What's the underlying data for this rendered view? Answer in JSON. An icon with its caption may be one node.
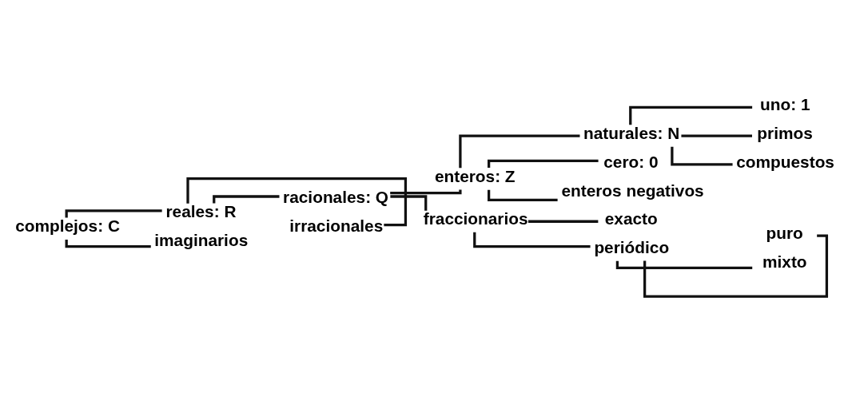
{
  "diagram": {
    "nodes": [
      {
        "text": [
          "complejos: C"
        ]
      },
      {
        "text": [
          "reales: R"
        ]
      },
      {
        "text": [
          "imaginarios"
        ]
      },
      {
        "text": [
          "racionales: Q"
        ]
      },
      {
        "text": [
          "irracionales"
        ]
      },
      {
        "text": [
          "enteros: Z"
        ]
      },
      {
        "text": [
          "fraccionarios"
        ]
      },
      {
        "text": [
          "naturales: N"
        ]
      },
      {
        "text": [
          "uno: 1"
        ]
      },
      {
        "text": [
          "primos"
        ]
      },
      {
        "text": [
          "compuestos"
        ]
      },
      {
        "text": [
          "cero: 0"
        ]
      },
      {
        "text": [
          "enteros negativos"
        ]
      },
      {
        "text": [
          "exacto"
        ]
      },
      {
        "text": [
          "periódico"
        ]
      },
      {
        "text": [
          "puro"
        ]
      },
      {
        "text": [
          "mixto"
        ]
      }
    ],
    "edges": [
      {
        "from": 0,
        "to": 1,
        "arrow": "none"
      },
      {
        "from": 0,
        "to": 2,
        "arrow": "none"
      },
      {
        "from": 1,
        "to": 3,
        "arrow": "none"
      },
      {
        "from": 1,
        "to": 4,
        "arrow": "none"
      },
      {
        "from": 3,
        "to": 5,
        "arrow": "none"
      },
      {
        "from": 3,
        "to": 6,
        "arrow": "none"
      },
      {
        "from": 5,
        "to": 7,
        "arrow": "none"
      },
      {
        "from": 5,
        "to": 11,
        "arrow": "none"
      },
      {
        "from": 5,
        "to": 12,
        "arrow": "none"
      },
      {
        "from": 7,
        "to": 8,
        "arrow": "none"
      },
      {
        "from": 7,
        "to": 9,
        "arrow": "none"
      },
      {
        "from": 7,
        "to": 10,
        "arrow": "none"
      },
      {
        "from": 6,
        "to": 13,
        "arrow": "none"
      },
      {
        "from": 6,
        "to": 14,
        "arrow": "none"
      },
      {
        "from": 14,
        "to": 15,
        "arrow": "none"
      },
      {
        "from": 14,
        "to": 16,
        "arrow": "none"
      }
    ]
  }
}
